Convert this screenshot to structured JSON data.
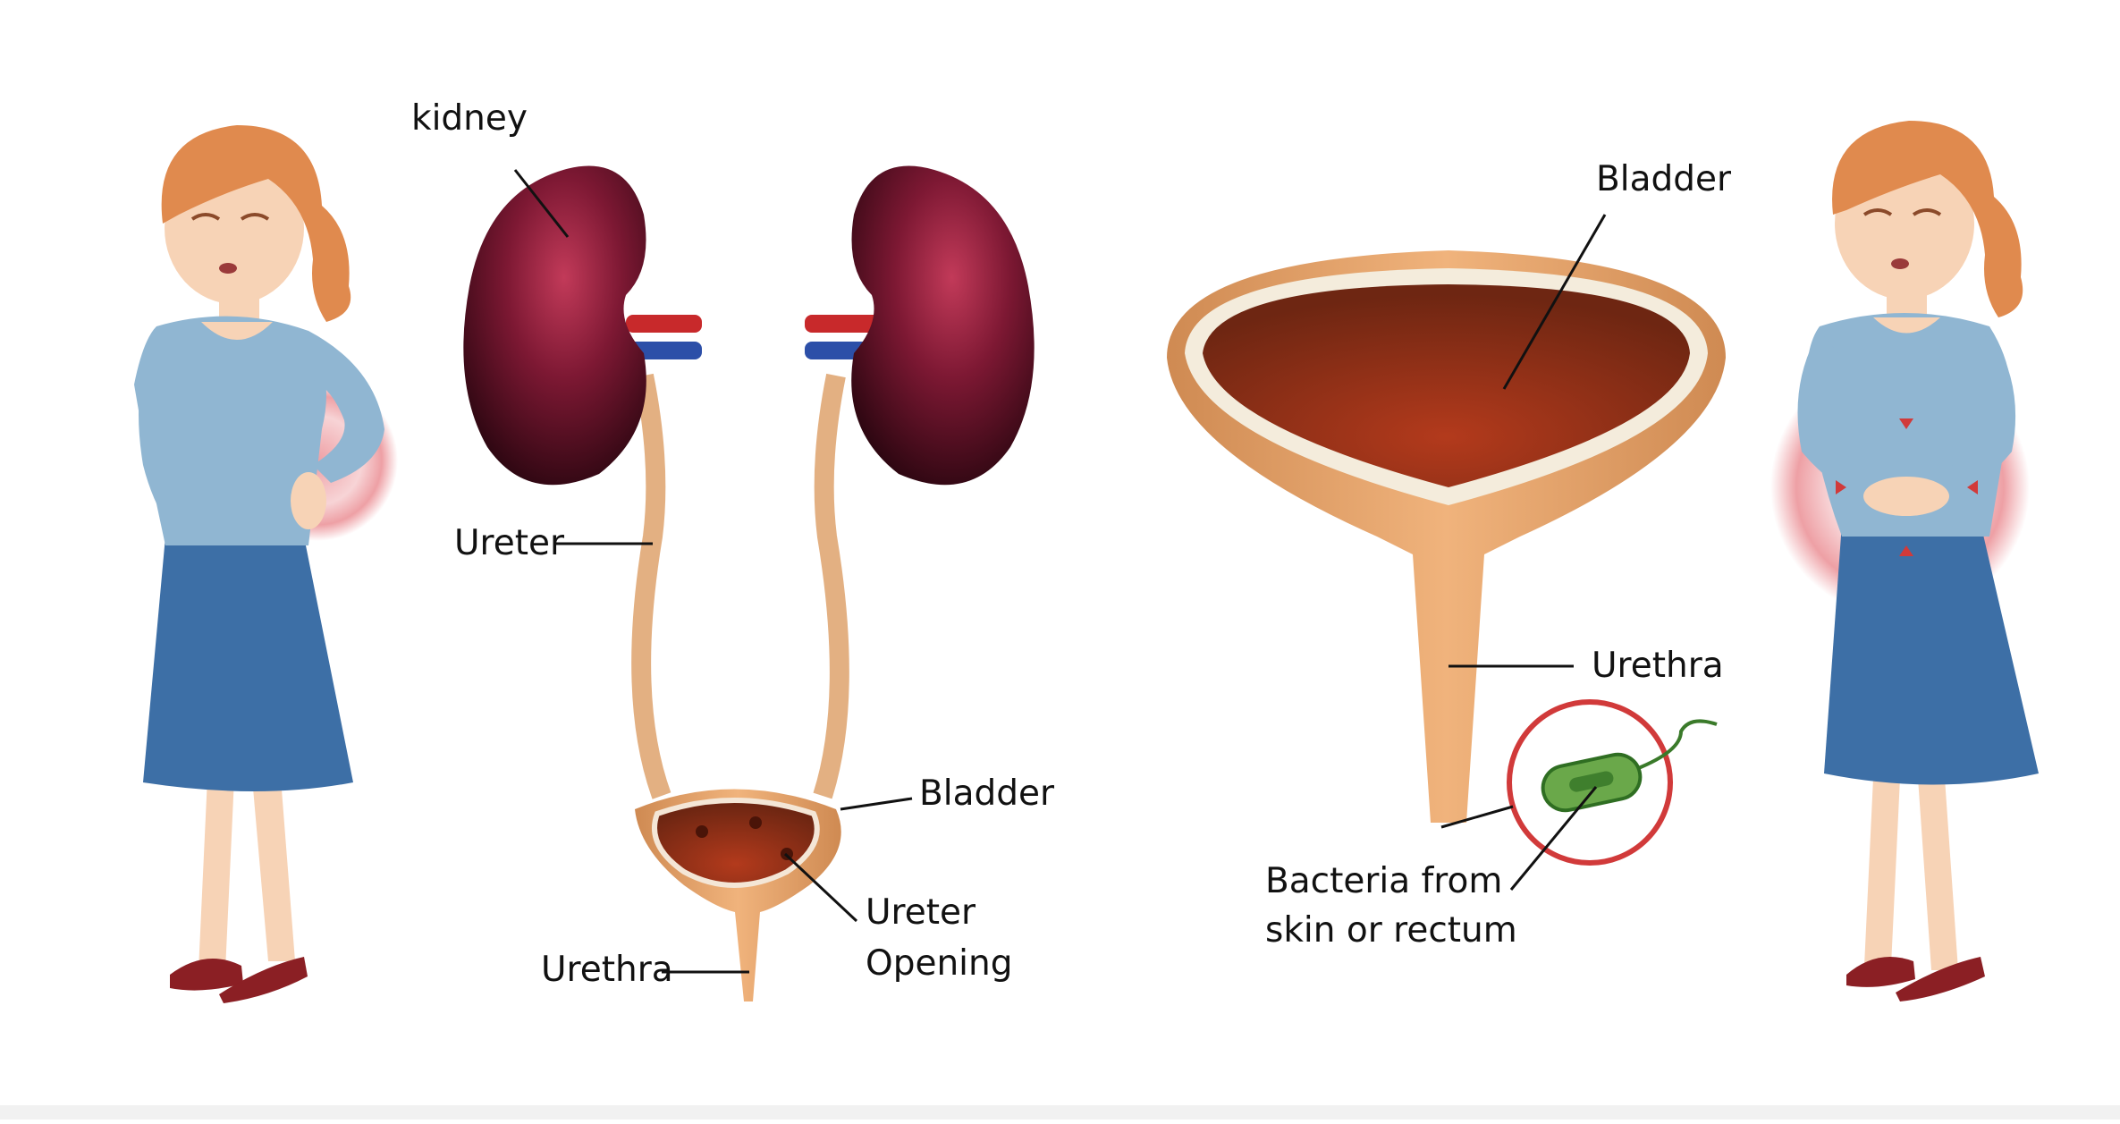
{
  "labels": {
    "kidney": "kidney",
    "ureter": "Ureter",
    "bladder_left": "Bladder",
    "urethra_left": "Urethra",
    "ureter_opening_line1": "Ureter",
    "ureter_opening_line2": "Opening",
    "bladder_right": "Bladder",
    "urethra_right": "Urethra",
    "bacteria_line1": "Bacteria from",
    "bacteria_line2": "skin or rectum"
  },
  "icons": {
    "woman_left": "woman-back-pain-icon",
    "woman_right": "woman-abdominal-pain-icon",
    "kidney": "kidney-icon",
    "bladder": "bladder-icon",
    "bacterium": "bacterium-icon"
  },
  "colors": {
    "kidney": "#5a0f24",
    "kidney_highlight": "#b3304e",
    "ureter": "#e3b082",
    "bladder_wall": "#e7a469",
    "bladder_inner": "#8a2d16",
    "artery": "#c8292b",
    "vein": "#2c4fa8",
    "blouse": "#90b6d2",
    "skirt": "#3d6fa6",
    "hair": "#e08a4e",
    "skin": "#f7d3b6",
    "shoes": "#8b1f24",
    "pain_glow": "#e0525b",
    "bacteria_body": "#6aa84a",
    "bacteria_ring": "#d13a3a",
    "text": "#111111"
  }
}
